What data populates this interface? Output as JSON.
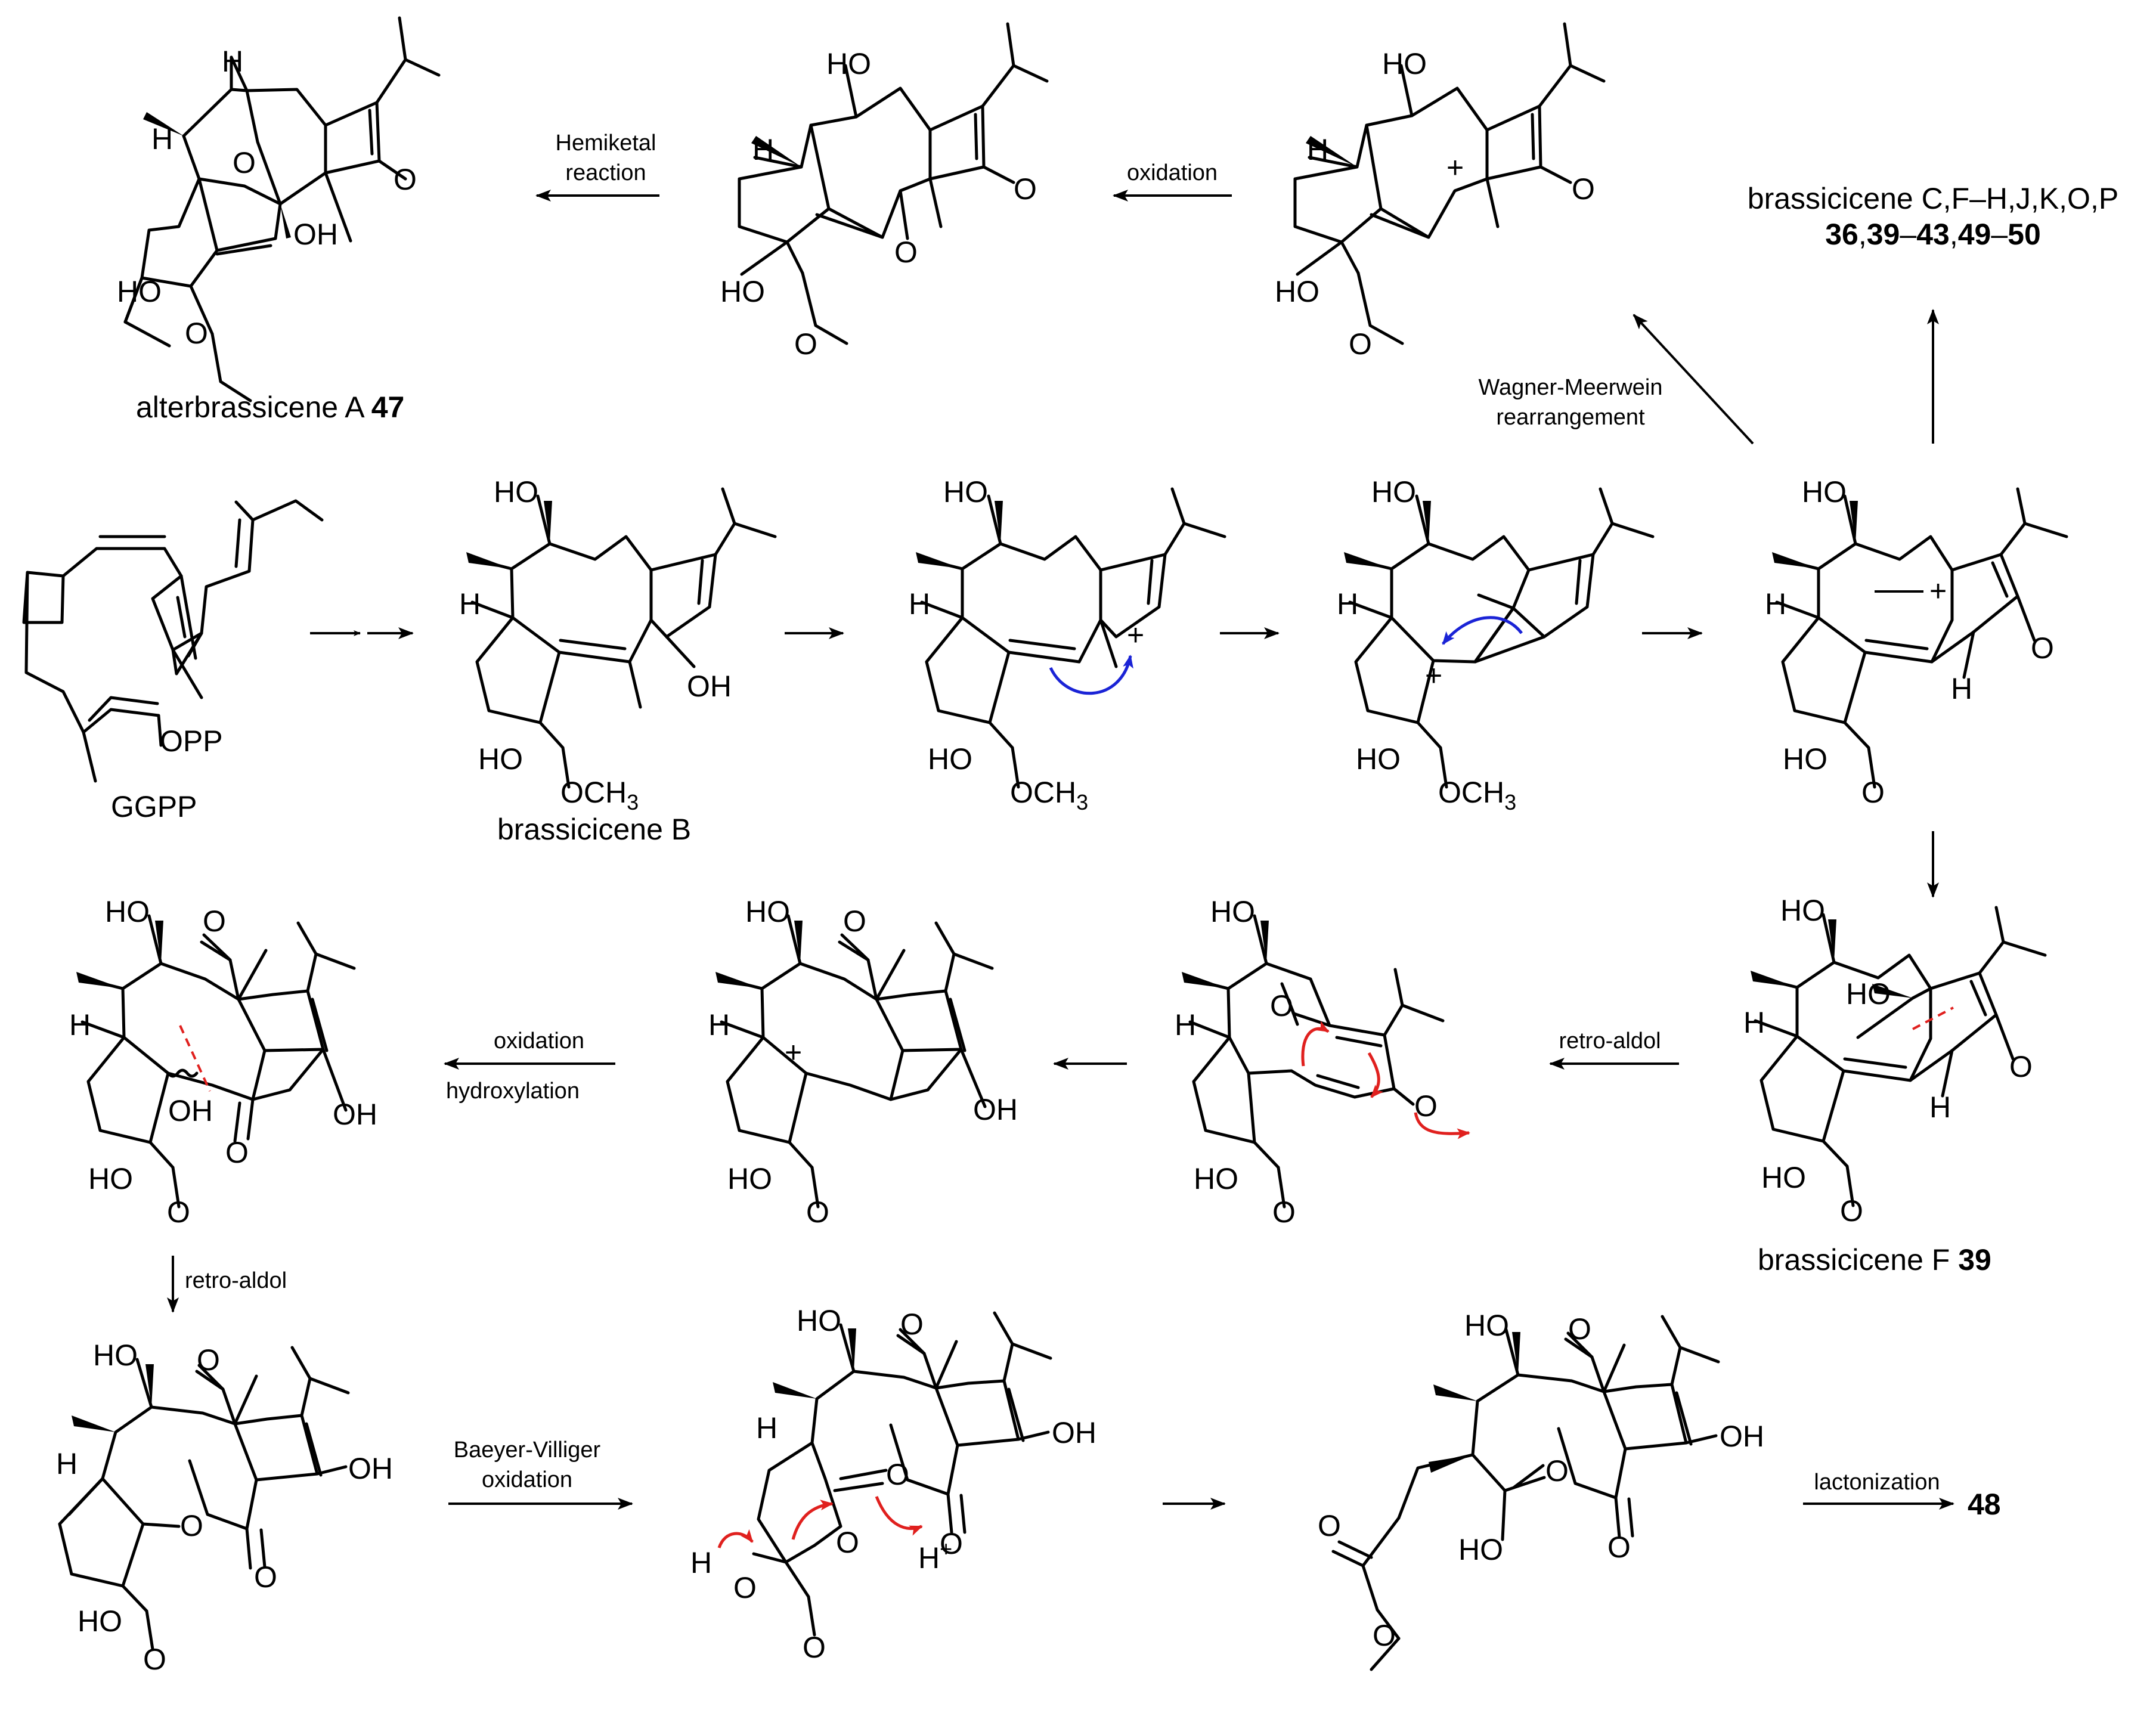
{
  "labels": {
    "ggpp": "GGPP",
    "brassicicene_b": "brassicicene B",
    "alterbrassicene": "alterbrassicene A",
    "alterbrassicene_num": "47",
    "brassicicene_list": "brassicicene C,F–H,J,K,O,P",
    "brassicicene_list_nums": [
      "36",
      ",",
      "39",
      "–",
      "43",
      ",",
      "49",
      "–",
      "50"
    ],
    "brassicicene_f": "brassicicene F",
    "brassicicene_f_num": "39",
    "product_48": "48"
  },
  "conditions": {
    "hemiketal_1": "Hemiketal",
    "hemiketal_2": "reaction",
    "oxidation_top": "oxidation",
    "wagner_1": "Wagner-Meerwein",
    "wagner_2": "rearrangement",
    "retro_aldol_mid": "retro-aldol",
    "oxidation_mid": "oxidation",
    "hydroxylation": "hydroxylation",
    "retro_aldol_down": "retro-aldol",
    "baeyer_1": "Baeyer-Villiger",
    "baeyer_2": "oxidation",
    "lactonization": "lactonization"
  },
  "atoms": {
    "HO": "HO",
    "OH": "OH",
    "O": "O",
    "H": "H",
    "OPP": "OPP",
    "OCH": "OCH",
    "three": "3",
    "plus": "+",
    "Hplus": "H",
    "HOH": "HO"
  },
  "colors": {
    "ink": "#000000",
    "electron_arrow_blue": "#1a23d6",
    "electron_arrow_red": "#e0201e"
  }
}
